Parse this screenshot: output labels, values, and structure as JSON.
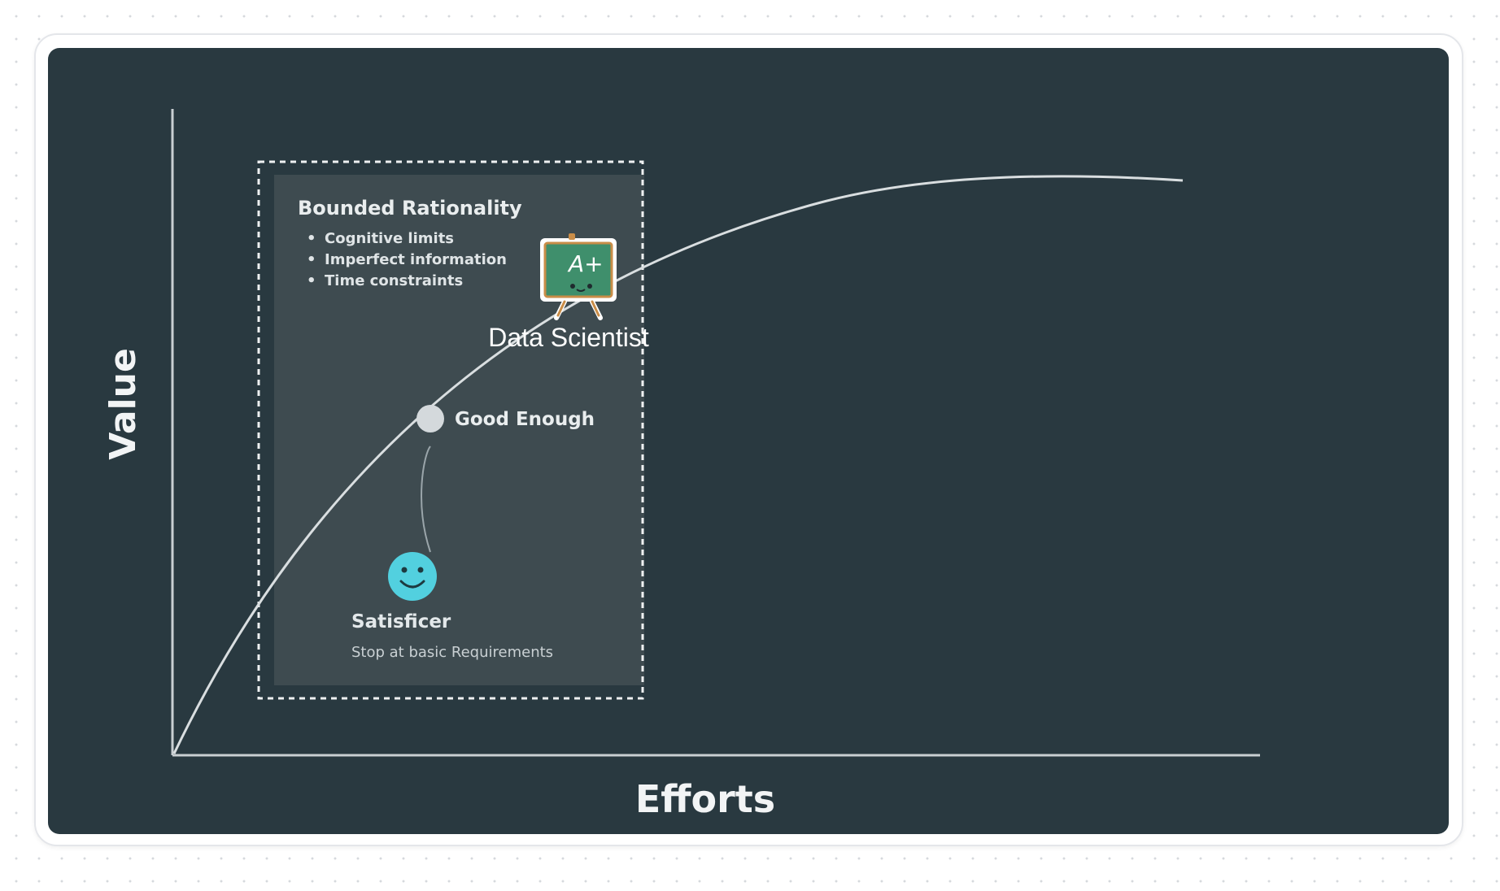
{
  "diagram": {
    "x_axis_label": "Efforts",
    "y_axis_label": "Value",
    "box": {
      "title": "Bounded Rationality",
      "bullets": [
        "Cognitive limits",
        "Imperfect information",
        "Time constraints"
      ]
    },
    "good_enough_label": "Good Enough",
    "satisficer": {
      "label": "Satisficer",
      "sublabel": "Stop at basic Requirements"
    },
    "data_scientist_label": "Data Scientist",
    "chalkboard_text": "A+"
  },
  "colors": {
    "panel_background": "#293940",
    "box_fill": "#3e4b50",
    "curve": "#d9dee0",
    "satisficer_face": "#52d0df"
  }
}
